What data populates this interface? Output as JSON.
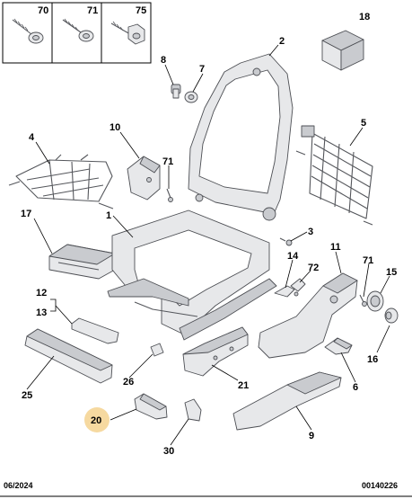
{
  "screw_header": {
    "labels": [
      "70",
      "71",
      "75"
    ]
  },
  "parts": {
    "p18": "18",
    "p2": "2",
    "p8": "8",
    "p7": "7",
    "p5": "5",
    "p4": "4",
    "p10": "10",
    "p71a": "71",
    "p3": "3",
    "p1": "1",
    "p17": "17",
    "p11": "11",
    "p14": "14",
    "p72": "72",
    "p71b": "71",
    "p15": "15",
    "p12": "12",
    "p13": "13",
    "p16": "16",
    "p26": "26",
    "p21": "21",
    "p6": "6",
    "p25": "25",
    "p20": "20",
    "p9": "9",
    "p30": "30"
  },
  "footer": {
    "date": "06/2024",
    "reference": "00140226"
  },
  "colors": {
    "line": "#4d4f54",
    "part_fill": "#e7e8ea",
    "highlight": "#f6d9a0"
  }
}
